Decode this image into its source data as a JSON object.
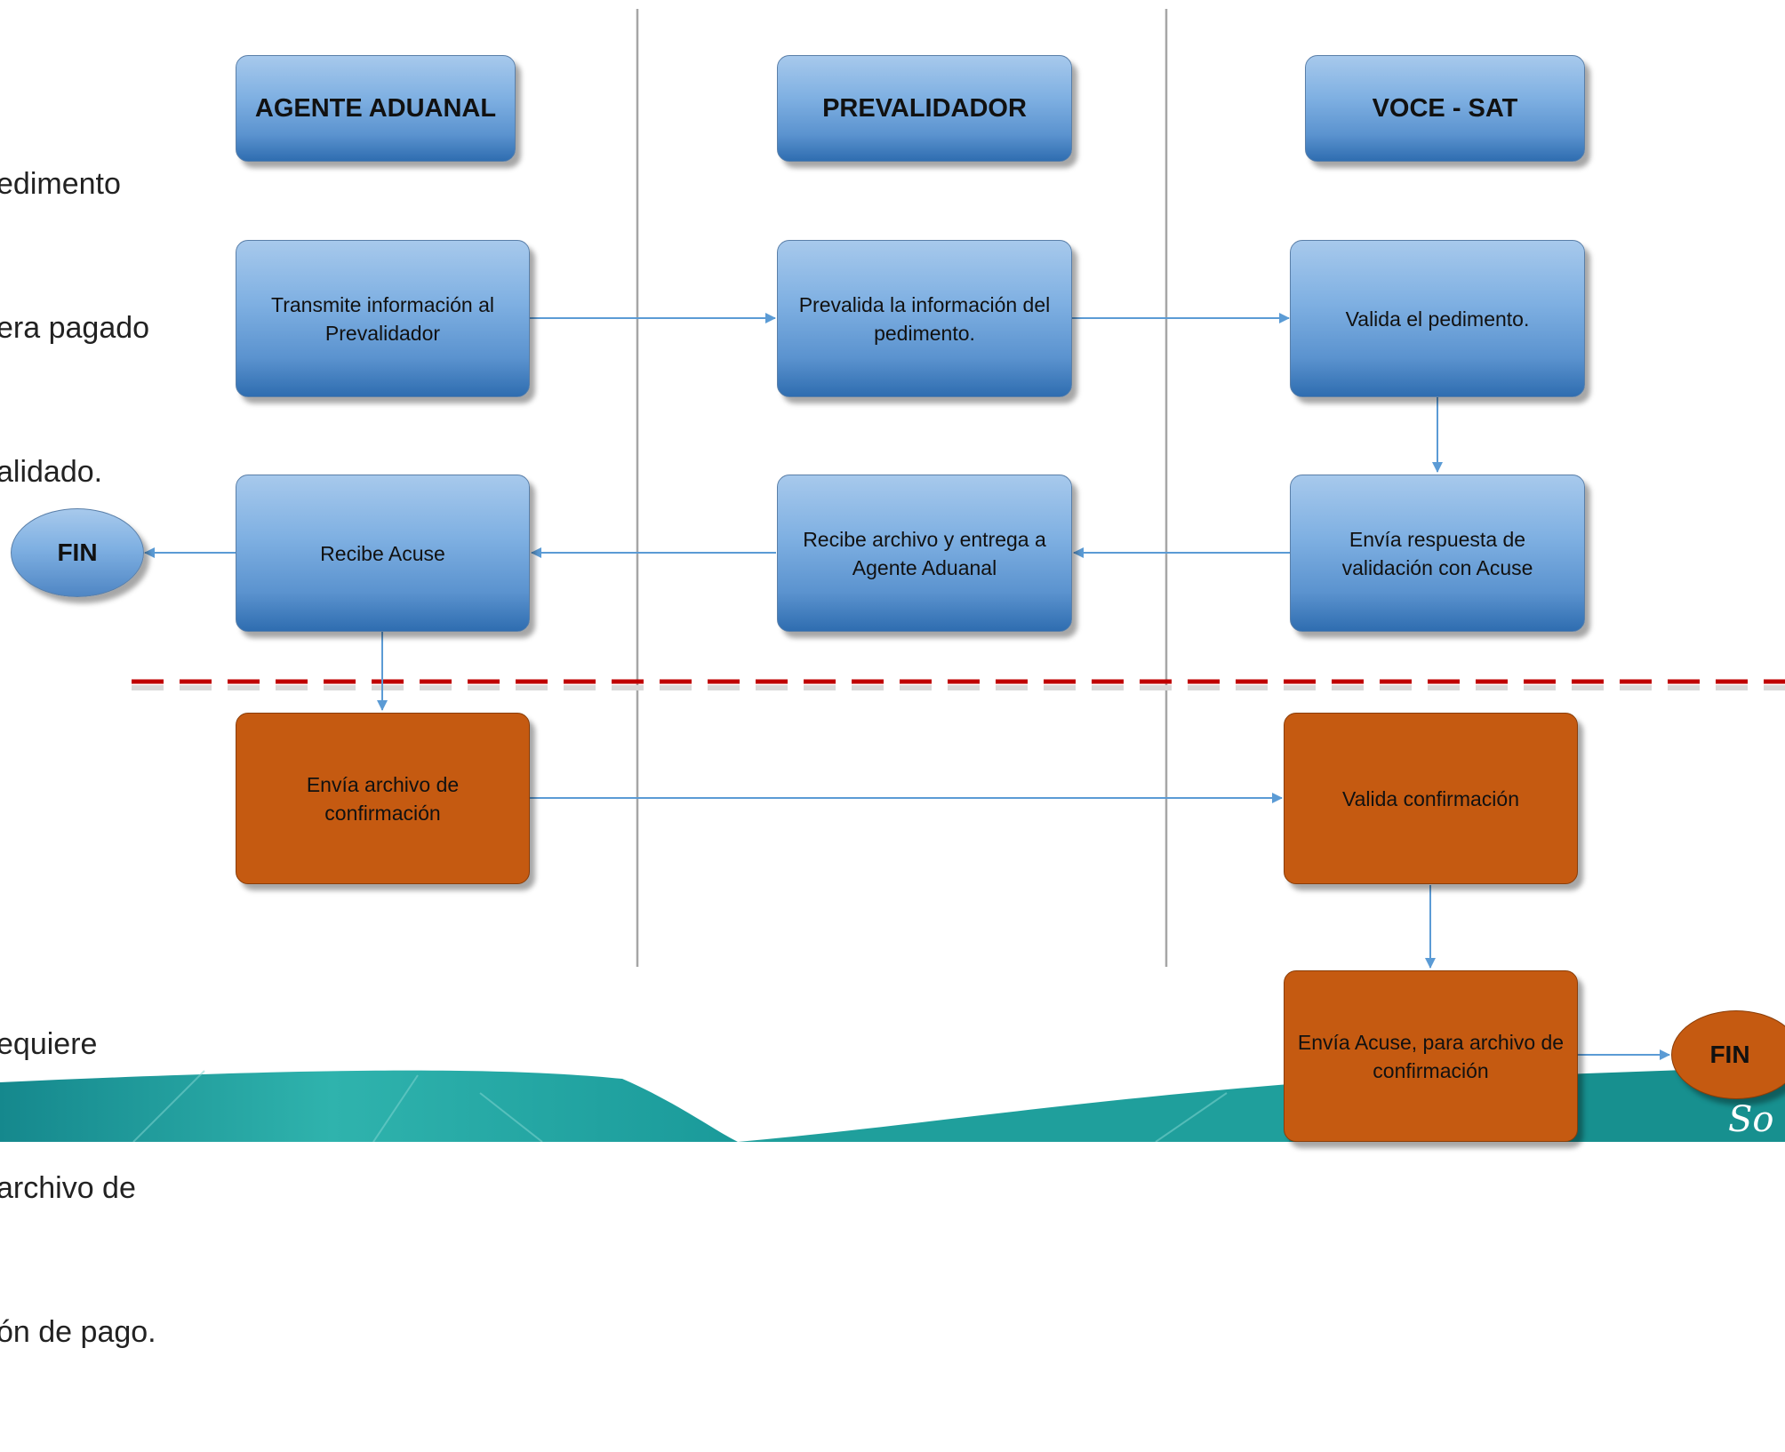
{
  "side_text": {
    "top_lines": [
      "edimento",
      "era pagado",
      "alidado."
    ],
    "bottom_lines": [
      "equiere",
      "archivo de",
      "ón de pago."
    ]
  },
  "lanes": {
    "agente": "AGENTE ADUANAL",
    "prevalidador": "PREVALIDADOR",
    "voce": "VOCE - SAT"
  },
  "steps": {
    "transmite": "Transmite información al Prevalidador",
    "prevalida": "Prevalida la información del pedimento.",
    "valida_pedimento": "Valida el pedimento.",
    "recibe_acuse": "Recibe Acuse",
    "recibe_archivo": "Recibe archivo y entrega a Agente Aduanal",
    "envia_respuesta": "Envía respuesta de validación con Acuse",
    "envia_confirmacion": "Envía archivo de confirmación",
    "valida_confirmacion": "Valida confirmación",
    "envia_acuse_pago": "Envía Acuse, para archivo de confirmación"
  },
  "terminals": {
    "fin_left": "FIN",
    "fin_right": "FIN"
  },
  "colors": {
    "connector": "#5b9bd5",
    "divider": "#c00000",
    "lane_line": "#a6a6a6",
    "orange": "#c55a11",
    "band_teal": "#1a9a9a"
  },
  "logo_text": "So"
}
